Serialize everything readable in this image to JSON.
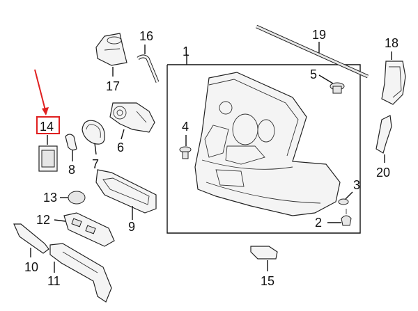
{
  "diagram": {
    "highlight_color": "#e02020",
    "labels": {
      "p1": "1",
      "p2": "2",
      "p3": "3",
      "p4": "4",
      "p5": "5",
      "p6": "6",
      "p7": "7",
      "p8": "8",
      "p9": "9",
      "p10": "10",
      "p11": "11",
      "p12": "12",
      "p13": "13",
      "p14": "14",
      "p15": "15",
      "p16": "16",
      "p17": "17",
      "p18": "18",
      "p19": "19",
      "p20": "20"
    }
  }
}
